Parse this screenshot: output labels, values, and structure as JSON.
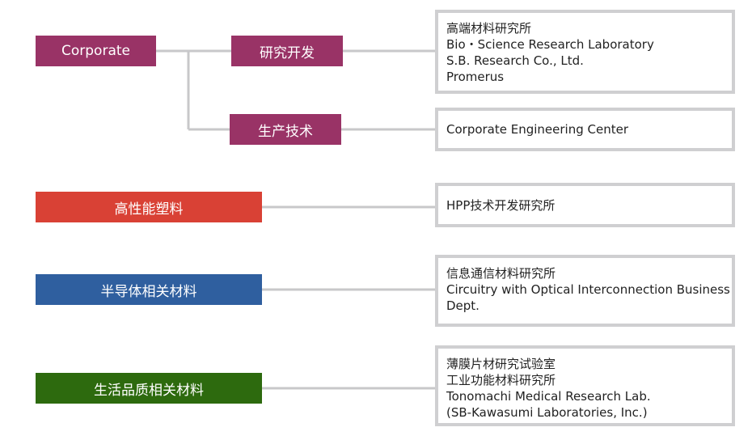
{
  "colors": {
    "corporate": "#993366",
    "hpp": "#d94135",
    "semiconductor": "#2f5f9f",
    "quality_of_life": "#2d6a0e",
    "connector": "#c8c8ca",
    "panel_border": "#cfcfd1"
  },
  "rows": {
    "corporate": {
      "label": "Corporate",
      "children": [
        {
          "label": "研究开发",
          "items": [
            "高端材料研究所",
            "Bio・Science Research Laboratory",
            "S.B. Research Co., Ltd.",
            "Promerus"
          ]
        },
        {
          "label": "生产技术",
          "items": [
            "Corporate Engineering Center"
          ]
        }
      ]
    },
    "hpp": {
      "label": "高性能塑料",
      "items": [
        "HPP技术开发研究所"
      ]
    },
    "semiconductor": {
      "label": "半导体相关材料",
      "items": [
        "信息通信材料研究所",
        "Circuitry with Optical Interconnection Business",
        "Dept."
      ]
    },
    "quality_of_life": {
      "label": "生活品质相关材料",
      "items": [
        "薄膜片材研究试验室",
        "工业功能材料研究所",
        "Tonomachi Medical Research Lab.",
        "(SB-Kawasumi Laboratories, Inc.)"
      ]
    }
  }
}
